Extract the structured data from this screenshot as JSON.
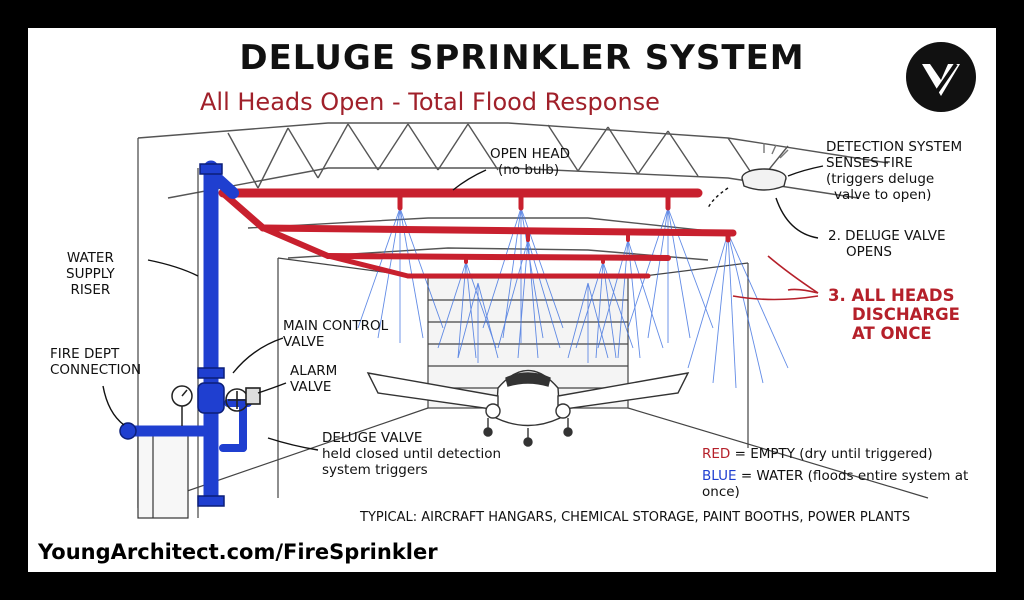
{
  "title": "DELUGE SPRINKLER SYSTEM",
  "subtitle": "All Heads Open - Total Flood Response",
  "labels": {
    "open_head": [
      "OPEN HEAD",
      "(no bulb)"
    ],
    "detection": [
      "DETECTION SYSTEM",
      "SENSES FIRE",
      "(triggers deluge",
      "valve to open)"
    ],
    "deluge_opens": [
      "2. DELUGE VALVE",
      "OPENS"
    ],
    "all_heads": [
      "3. ALL HEADS",
      "DISCHARGE",
      "AT ONCE"
    ],
    "water_riser": [
      "WATER",
      "SUPPLY",
      "RISER"
    ],
    "main_control": [
      "MAIN CONTROL",
      "VALVE"
    ],
    "alarm_valve": [
      "ALARM",
      "VALVE"
    ],
    "fire_dept": [
      "FIRE DEPT",
      "CONNECTION"
    ],
    "deluge_valve": [
      "DELUGE VALVE",
      "held closed until detection",
      "system triggers"
    ]
  },
  "legend": {
    "red_key": "RED",
    "red_desc": " = EMPTY (dry until triggered)",
    "blue_key": "BLUE",
    "blue_desc": " = WATER (floods entire system at once)"
  },
  "typical": "TYPICAL: AIRCRAFT HANGARS, CHEMICAL STORAGE, PAINT BOOTHS, POWER PLANTS",
  "footer": "YoungArchitect.com/FireSprinkler",
  "colors": {
    "dry_pipe": "#c8202e",
    "water_pipe": "#1f3fd0",
    "spray": "#3b6fe0",
    "accent_red": "#a0202a"
  },
  "icons": {
    "logo": "young-architect-logo-icon",
    "detector": "smoke-detector-icon",
    "gauge": "pressure-gauge-icon"
  }
}
